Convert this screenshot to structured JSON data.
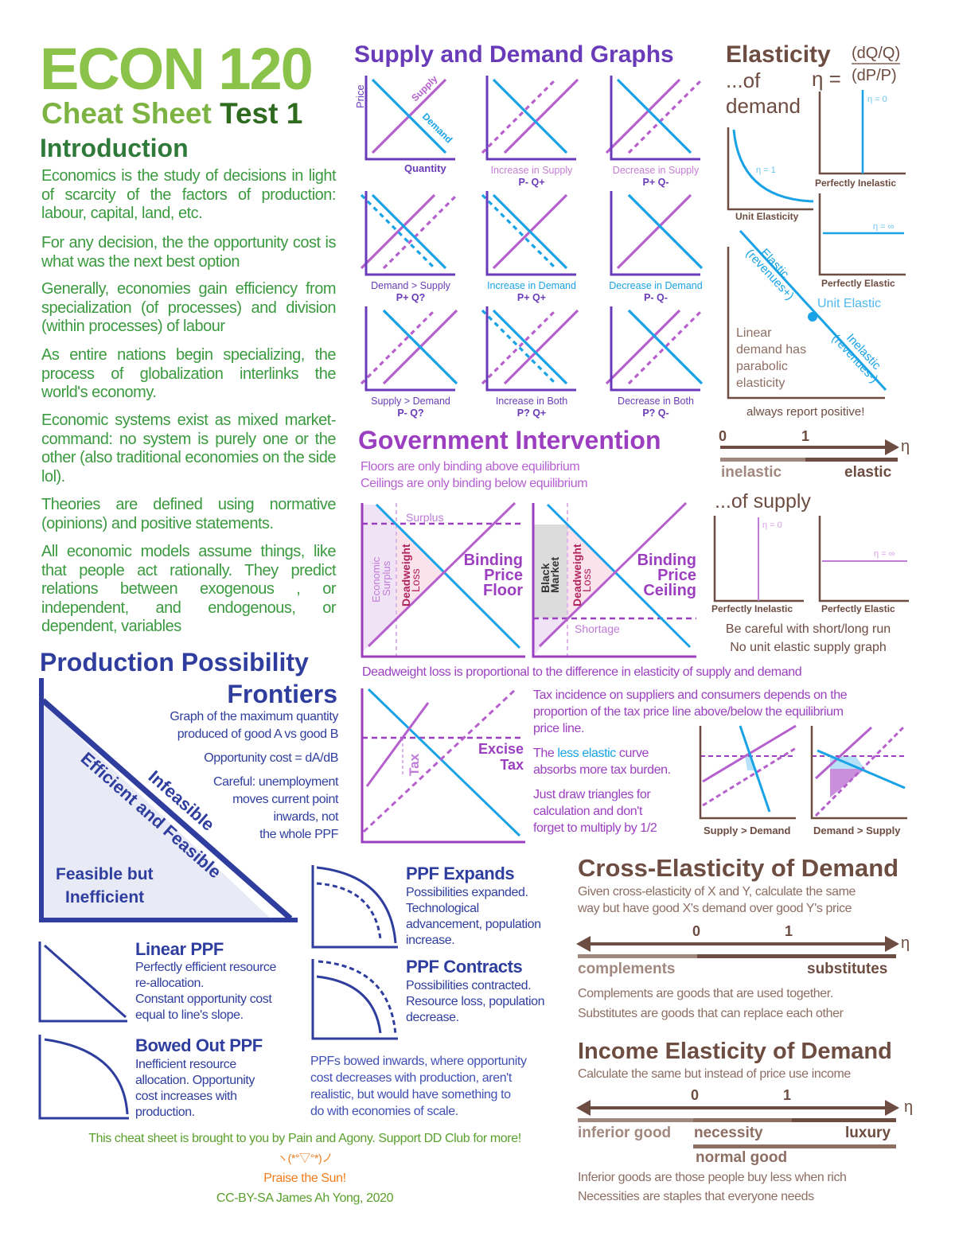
{
  "colors": {
    "green": "#8bc34a",
    "dark_green": "#2e6b1f",
    "intro_green": "#3b9a3f",
    "sd_purple": "#6a3bb8",
    "supply": "#b560cc",
    "demand": "#19a3e6",
    "gov_purple": "#9b3fc0",
    "ppf_navy": "#2f3e9e",
    "brown": "#6d4c41",
    "orange": "#f07c1c"
  },
  "header": {
    "title": "ECON 120",
    "subtitle_a": "Cheat Sheet",
    "subtitle_b": "Test 1"
  },
  "intro": {
    "heading": "Introduction",
    "paragraphs": [
      "Economics is the study of decisions in light of scarcity of the factors of production: labour, capital, land, etc.",
      "For any decision, the the opportunity cost is what was the next best option",
      "Generally, economies gain efficiency from specialization (of processes) and division (within processes) of labour",
      "As entire nations begin specializing, the process of globalization interlinks the world's economy.",
      "Economic systems exist as mixed market-command: no system is purely one or the other (also traditional economies on the side lol).",
      "Theories are defined using normative (opinions) and positive statements.",
      "All economic models assume things, like that people act rationally. They predict relations between exogenous , or independent, and endogenous, or dependent, variables"
    ]
  },
  "ppf": {
    "heading_a": "Production Possibility",
    "heading_b": "Frontiers",
    "desc": [
      "Graph of the maximum quantity",
      "produced of good A vs good B"
    ],
    "opp_cost": "Opportunity cost = dA/dB",
    "careful": [
      "Careful: unemployment",
      "moves current point",
      "inwards, not",
      "the whole PPF"
    ],
    "region_infeasible": "Infeasible",
    "region_efficient": "Efficient and Feasible",
    "region_inefficient": [
      "Feasible but",
      "Inefficient"
    ],
    "linear": {
      "title": "Linear PPF",
      "lines": [
        "Perfectly efficient resource",
        "re-allocation.",
        "Constant opportunity cost",
        "equal to line's slope."
      ]
    },
    "bowed": {
      "title": "Bowed Out PPF",
      "lines": [
        "Inefficient resource",
        "allocation. Opportunity",
        "cost increases with",
        "production."
      ]
    },
    "expands": {
      "title": "PPF Expands",
      "lines": [
        "Possibilities expanded.",
        "Technological",
        "advancement, population",
        "increase."
      ]
    },
    "contracts": {
      "title": "PPF Contracts",
      "lines": [
        "Possibilities contracted.",
        "Resource loss, population",
        "decrease."
      ]
    },
    "inward_note": [
      "PPFs bowed inwards, where opportunity",
      "cost decreases with production, aren't",
      "realistic, but would have something to",
      "do with economies of scale."
    ]
  },
  "footer": {
    "line1": "This cheat sheet is brought to you by Pain and Agony. Support DD Club for more!",
    "kaomoji": "ヽ(*°▽°*)ノ",
    "praise": "Praise the Sun!",
    "license": "CC-BY-SA James Ah Yong, 2020"
  },
  "sd": {
    "heading": "Supply and Demand Graphs",
    "axis_price": "Price",
    "axis_quantity": "Quantity",
    "supply_label": "Supply",
    "demand_label": "Demand",
    "graphs": [
      {
        "label": "",
        "result": "",
        "supply": "none",
        "demand": "none"
      },
      {
        "label": "Increase in Supply",
        "result": "P- Q+",
        "supply": "increase",
        "demand": "none"
      },
      {
        "label": "Decrease in Supply",
        "result": "P+ Q-",
        "supply": "decrease",
        "demand": "none"
      },
      {
        "label": "Demand > Supply",
        "result": "P+ Q?",
        "supply": "decrease",
        "demand": "increase"
      },
      {
        "label": "Increase in Demand",
        "result": "P+ Q+",
        "supply": "none",
        "demand": "increase"
      },
      {
        "label": "Decrease in Demand",
        "result": "P- Q-",
        "supply": "none",
        "demand": "decrease"
      },
      {
        "label": "Supply > Demand",
        "result": "P- Q?",
        "supply": "increase",
        "demand": "decrease"
      },
      {
        "label": "Increase in Both",
        "result": "P? Q+",
        "supply": "increase",
        "demand": "increase"
      },
      {
        "label": "Decrease in Both",
        "result": "P? Q-",
        "supply": "decrease",
        "demand": "decrease"
      }
    ]
  },
  "gov": {
    "heading": "Government Intervention",
    "notes": [
      "Floors are only binding above equilibrium",
      "Ceilings are only binding below equilibrium"
    ],
    "floor": {
      "surplus": "Surplus",
      "econ_surplus": [
        "Economic",
        "Surplus"
      ],
      "dwl": [
        "Deadweight",
        "Loss"
      ],
      "title": [
        "Binding",
        "Price",
        "Floor"
      ]
    },
    "ceiling": {
      "black_market": [
        "Black",
        "Market"
      ],
      "dwl": [
        "Deadweight",
        "Loss"
      ],
      "shortage": "Shortage",
      "title": [
        "Binding",
        "Price",
        "Ceiling"
      ]
    },
    "dwl_note": "Deadweight loss is proportional to the difference in elasticity of supply and demand",
    "tax": {
      "tax_label": "Tax",
      "title": [
        "Excise",
        "Tax"
      ],
      "incidence": [
        "Tax incidence on suppliers and consumers depends on the",
        "proportion of the tax price line above/below the equilibrium",
        "price line."
      ],
      "elastic_a": "The ",
      "elastic_hl": "less elastic",
      "elastic_b": " curve",
      "elastic_line2": "absorbs more tax burden.",
      "triangles": [
        "Just draw triangles for",
        "calculation and don't",
        "forget to multiply by 1/2"
      ],
      "small_left": "Supply > Demand",
      "small_right": "Demand > Supply"
    }
  },
  "elasticity": {
    "heading": "Elasticity",
    "of_demand_a": "...of",
    "of_demand_b": "demand",
    "formula": {
      "eta": "η =",
      "numerator": "(dQ/Q)",
      "denominator": "(dP/P)"
    },
    "unit": {
      "eta": "η = 1",
      "label": "Unit Elasticity"
    },
    "perf_inelastic": {
      "eta": "η = 0",
      "label": "Perfectly Inelastic"
    },
    "perf_elastic": {
      "eta": "η = ∞",
      "label": "Perfectly Elastic"
    },
    "linear": {
      "elastic": "Elastic",
      "elastic_rev": "(revenues+)",
      "unit": "Unit Elastic",
      "inelastic": "Inelastic",
      "inelastic_rev": "(revenues-)",
      "note": [
        "Linear",
        "demand has",
        "parabolic",
        "elasticity"
      ]
    },
    "always_positive": "always report positive!",
    "scale": {
      "zero": "0",
      "one": "1",
      "eta": "η",
      "left": "inelastic",
      "right": "elastic"
    },
    "supply": {
      "heading": "...of supply",
      "inelastic_eta": "η = 0",
      "inelastic_label": "Perfectly Inelastic",
      "elastic_eta": "η = ∞",
      "elastic_label": "Perfectly Elastic",
      "notes": [
        "Be careful with short/long run",
        "No unit elastic supply graph"
      ]
    }
  },
  "cross": {
    "heading": "Cross-Elasticity of Demand",
    "desc": [
      "Given cross-elasticity of X and Y, calculate the same",
      "way but have good X's demand over good Y's price"
    ],
    "scale": {
      "zero": "0",
      "one": "1",
      "eta": "η",
      "left": "complements",
      "right": "substitutes"
    },
    "notes": [
      "Complements are goods that are used together.",
      "Substitutes are goods that can replace each other"
    ]
  },
  "income": {
    "heading": "Income Elasticity of Demand",
    "desc": "Calculate the same but instead of price use income",
    "scale": {
      "zero": "0",
      "one": "1",
      "eta": "η",
      "inferior": "inferior good",
      "necessity": "necessity",
      "luxury": "luxury",
      "normal": "normal good"
    },
    "notes": [
      "Inferior goods are those people buy less when rich",
      "Necessities are staples that everyone needs"
    ]
  }
}
